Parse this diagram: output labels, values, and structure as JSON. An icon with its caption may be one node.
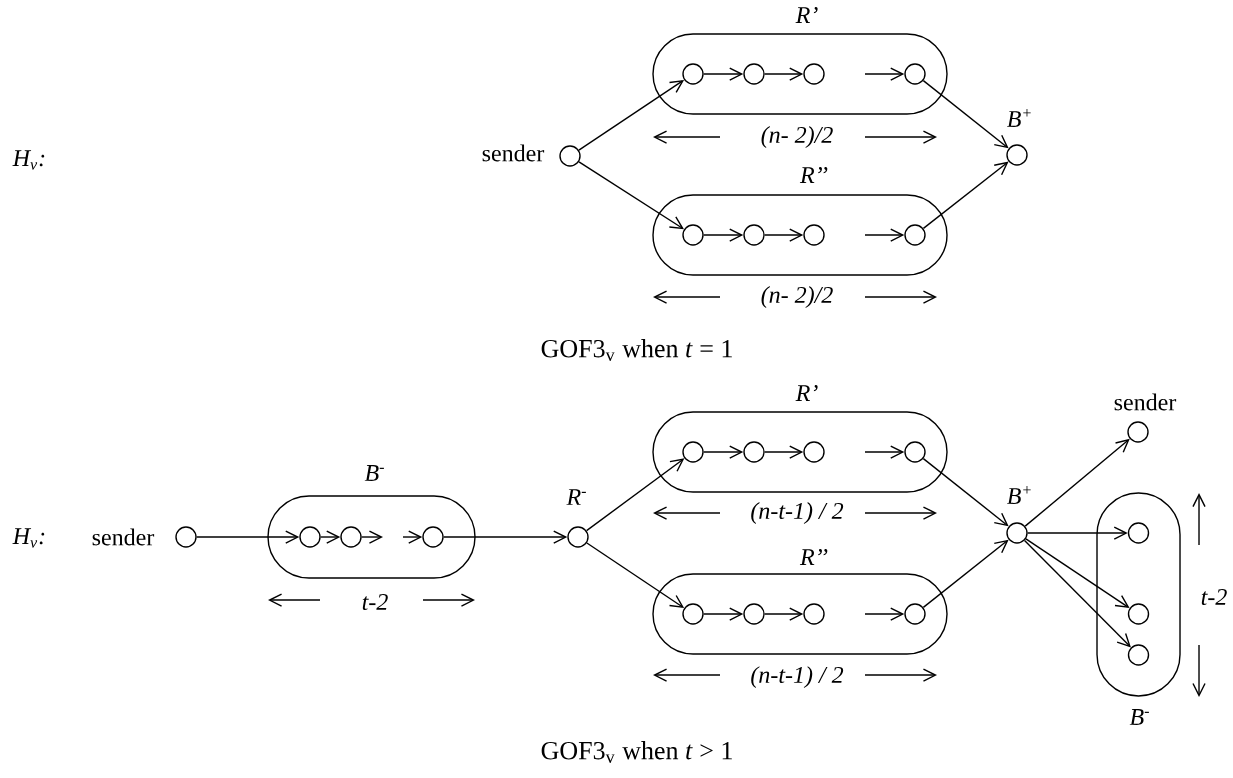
{
  "diagram": {
    "nodes": [
      {
        "text": [],
        "shape": "circle",
        "beside": [
          "sender"
        ]
      },
      {
        "text": [
          "R’"
        ]
      },
      {
        "text": [],
        "shape": "circle",
        "in": 1
      },
      {
        "text": [],
        "shape": "circle",
        "in": 1
      },
      {
        "text": [],
        "shape": "circle",
        "in": 1
      },
      {
        "text": [],
        "shape": "circle",
        "in": 1
      },
      {
        "text": [
          "R’’"
        ]
      },
      {
        "text": [],
        "shape": "circle",
        "in": 6
      },
      {
        "text": [],
        "shape": "circle",
        "in": 6
      },
      {
        "text": [],
        "shape": "circle",
        "in": 6
      },
      {
        "text": [],
        "shape": "circle",
        "in": 6
      },
      {
        "text": [],
        "shape": "circle",
        "beside": [
          "B$^{+}$"
        ]
      },
      {
        "text": [],
        "shape": "circle",
        "beside": [
          "sender"
        ]
      },
      {
        "text": [
          "B$^{-}$"
        ]
      },
      {
        "text": [],
        "shape": "circle",
        "in": 13
      },
      {
        "text": [],
        "shape": "circle",
        "in": 13
      },
      {
        "text": [],
        "shape": "circle",
        "in": 13
      },
      {
        "text": [],
        "shape": "circle",
        "beside": [
          "R$^{-}$"
        ]
      },
      {
        "text": [
          "R’"
        ]
      },
      {
        "text": [],
        "shape": "circle",
        "in": 18
      },
      {
        "text": [],
        "shape": "circle",
        "in": 18
      },
      {
        "text": [],
        "shape": "circle",
        "in": 18
      },
      {
        "text": [],
        "shape": "circle",
        "in": 18
      },
      {
        "text": [
          "R’’"
        ]
      },
      {
        "text": [],
        "shape": "circle",
        "in": 23
      },
      {
        "text": [],
        "shape": "circle",
        "in": 23
      },
      {
        "text": [],
        "shape": "circle",
        "in": 23
      },
      {
        "text": [],
        "shape": "circle",
        "in": 23
      },
      {
        "text": [],
        "shape": "circle",
        "beside": [
          "B$^{+}$"
        ]
      },
      {
        "text": [],
        "shape": "circle",
        "beside": [
          "sender"
        ]
      },
      {
        "text": [
          "B$^{-}$"
        ]
      },
      {
        "text": [],
        "shape": "circle",
        "in": 30
      },
      {
        "text": [],
        "shape": "circle",
        "in": 30
      },
      {
        "text": [],
        "shape": "circle",
        "in": 30
      }
    ],
    "edges": [
      {
        "from": 0,
        "to": 2,
        "arrow": "to"
      },
      {
        "from": 0,
        "to": 7,
        "arrow": "to"
      },
      {
        "from": 2,
        "to": 3,
        "arrow": "to"
      },
      {
        "from": 3,
        "to": 4,
        "arrow": "to"
      },
      {
        "from": null,
        "to": 5,
        "arrow": "to"
      },
      {
        "from": 7,
        "to": 8,
        "arrow": "to"
      },
      {
        "from": 8,
        "to": 9,
        "arrow": "to"
      },
      {
        "from": null,
        "to": 10,
        "arrow": "to"
      },
      {
        "from": 5,
        "to": 11,
        "arrow": "to"
      },
      {
        "from": 10,
        "to": 11,
        "arrow": "to"
      },
      {
        "from": 12,
        "to": 14,
        "arrow": "to"
      },
      {
        "from": 14,
        "to": 15,
        "arrow": "to"
      },
      {
        "from": 15,
        "to": null,
        "arrow": "to"
      },
      {
        "from": null,
        "to": 16,
        "arrow": "to"
      },
      {
        "from": 16,
        "to": 17,
        "arrow": "to"
      },
      {
        "from": 17,
        "to": 19,
        "arrow": "to"
      },
      {
        "from": 17,
        "to": 24,
        "arrow": "to"
      },
      {
        "from": 19,
        "to": 20,
        "arrow": "to"
      },
      {
        "from": 20,
        "to": 21,
        "arrow": "to"
      },
      {
        "from": null,
        "to": 22,
        "arrow": "to"
      },
      {
        "from": 24,
        "to": 25,
        "arrow": "to"
      },
      {
        "from": 25,
        "to": 26,
        "arrow": "to"
      },
      {
        "from": null,
        "to": 27,
        "arrow": "to"
      },
      {
        "from": 22,
        "to": 28,
        "arrow": "to"
      },
      {
        "from": 27,
        "to": 28,
        "arrow": "to"
      },
      {
        "from": 28,
        "to": 29,
        "arrow": "to"
      },
      {
        "from": 28,
        "to": 31,
        "arrow": "to"
      },
      {
        "from": 28,
        "to": 32,
        "arrow": "to"
      },
      {
        "from": 28,
        "to": 33,
        "arrow": "to"
      }
    ],
    "labels": [
      "H$_{v}$:",
      "(n- 2)/2",
      "(n- 2)/2",
      "GOF3$_{v}$ when *t* = 1",
      "H$_{v}$:",
      "t-2",
      "(n-t-1) / 2",
      "(n-t-1) / 2",
      "t-2",
      "GOF3$_{v}$ when *t* > 1"
    ]
  }
}
